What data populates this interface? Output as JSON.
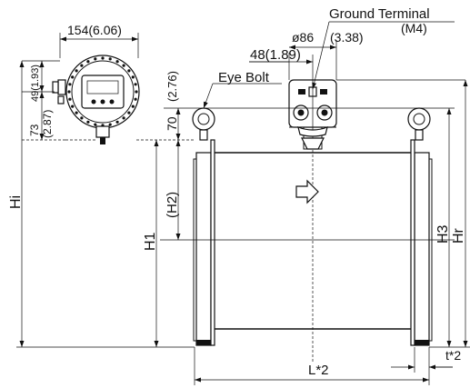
{
  "labels": {
    "top_width": "154(6.06)",
    "ground_terminal": "Ground Terminal",
    "ground_terminal_size": "(M4)",
    "diameter": "ø86",
    "diameter_in": "(3.38)",
    "offset": "48(1.89)",
    "eye_bolt": "Eye Bolt",
    "d49": "49(1.93)",
    "d73": "73",
    "d287": "(2.87)",
    "d70": "70",
    "d276": "(2.76)",
    "hi": "Hi",
    "h1": "H1",
    "h2": "(H2)",
    "h3": "H3",
    "hr": "Hr",
    "l": "L*2",
    "t": "t*2"
  }
}
